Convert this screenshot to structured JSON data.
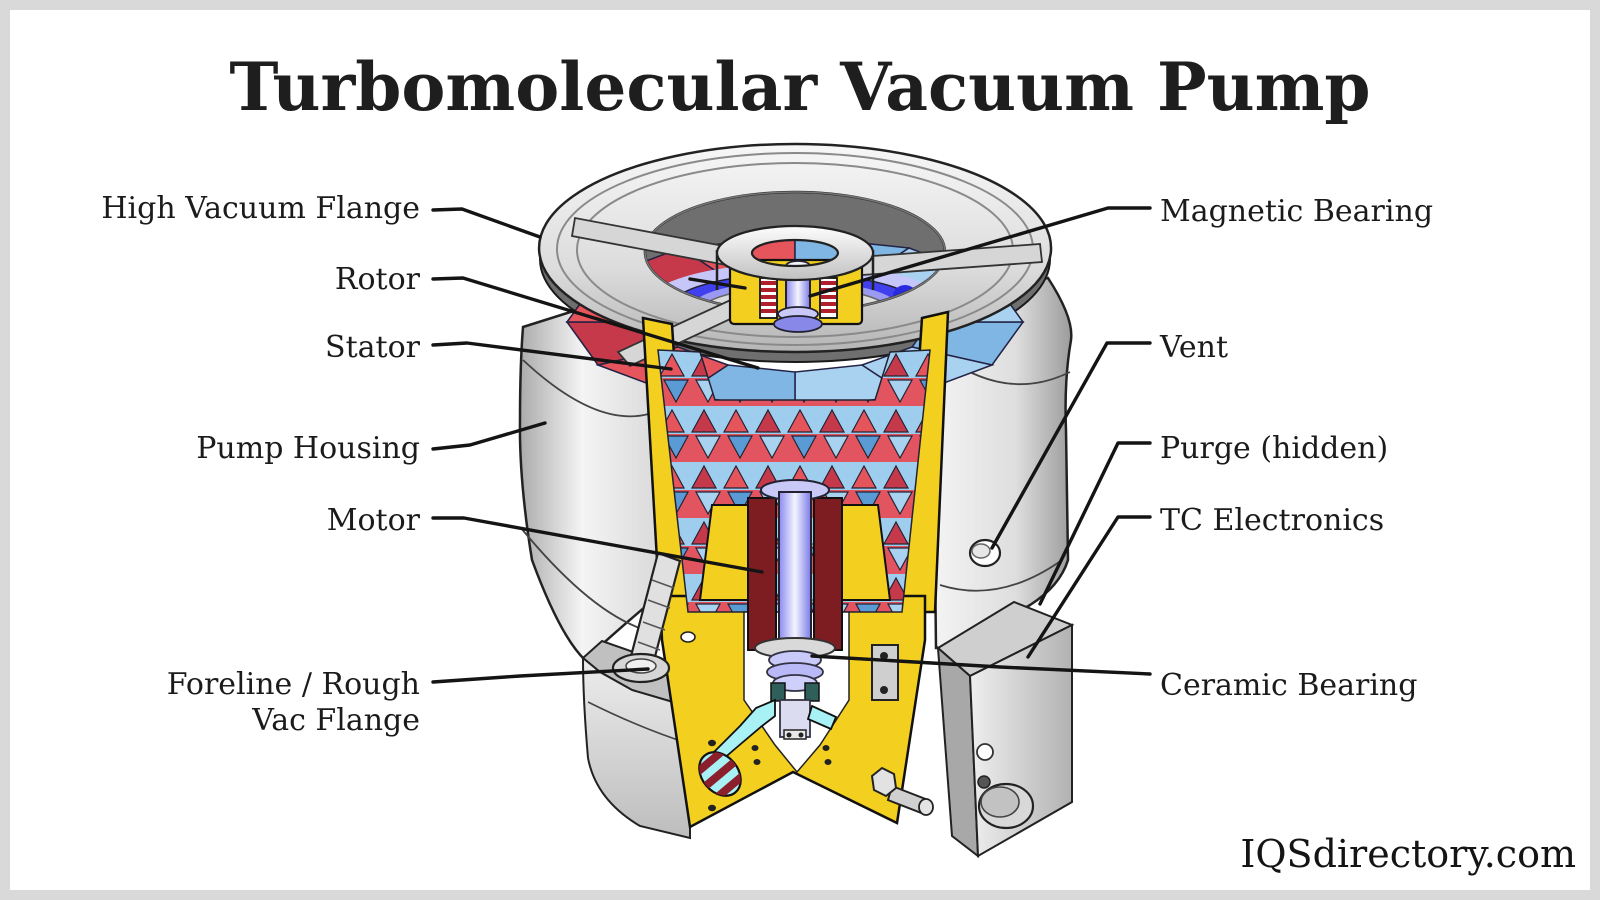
{
  "title": "Turbomolecular Vacuum Pump",
  "watermark": "IQSdirectory.com",
  "labels": {
    "left": [
      {
        "id": "high-vacuum-flange",
        "text": "High Vacuum Flange"
      },
      {
        "id": "rotor",
        "text": "Rotor"
      },
      {
        "id": "stator",
        "text": "Stator"
      },
      {
        "id": "pump-housing",
        "text": "Pump Housing"
      },
      {
        "id": "motor",
        "text": "Motor"
      },
      {
        "id": "foreline-rough-vac-flange",
        "text": "Foreline / Rough Vac Flange"
      }
    ],
    "right": [
      {
        "id": "magnetic-bearing",
        "text": "Magnetic Bearing"
      },
      {
        "id": "vent",
        "text": "Vent"
      },
      {
        "id": "purge-hidden",
        "text": "Purge (hidden)"
      },
      {
        "id": "tc-electronics",
        "text": "TC Electronics"
      },
      {
        "id": "ceramic-bearing",
        "text": "Ceramic Bearing"
      }
    ]
  },
  "colors": {
    "cut_yellow": "#F3CF1F",
    "rotor_red": "#E6555C",
    "rotor_red_dark": "#C6394A",
    "stator_blue_light": "#A9D2F0",
    "stator_blue": "#7FB6E4",
    "magnet_purple": "#4040EE",
    "magnet_halo": "#C6C6F8",
    "shaft_lavender": "#9A9AF2",
    "motor_maroon": "#7D1D22",
    "purge_cyan": "#A8F2F6",
    "bearing_teal": "#2E5F5A",
    "leader_line": "#141414",
    "page_border": "#D9D9D9"
  }
}
